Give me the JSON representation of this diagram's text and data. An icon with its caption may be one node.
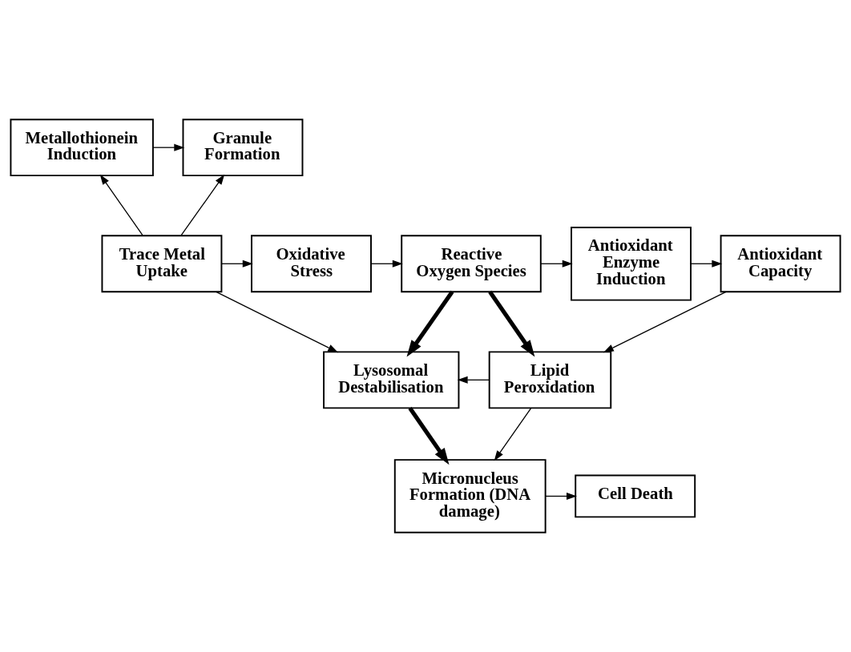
{
  "diagram": {
    "nodes": [
      {
        "text": [
          "Metallothionein Induction"
        ]
      },
      {
        "text": [
          "Granule Formation"
        ]
      },
      {
        "text": [
          "Trace Metal Uptake"
        ]
      },
      {
        "text": [
          "Oxidative Stress"
        ]
      },
      {
        "text": [
          "Reactive Oxygen Species"
        ]
      },
      {
        "text": [
          "Antioxidant Enzyme Induction"
        ]
      },
      {
        "text": [
          "Antioxidant Capacity"
        ]
      },
      {
        "text": [
          "Lysosomal Destabilisation"
        ]
      },
      {
        "text": [
          "Lipid Peroxidation"
        ]
      },
      {
        "text": [
          "Micronucleus Formation (DNA damage)"
        ]
      },
      {
        "text": [
          "Cell Death"
        ]
      }
    ],
    "edges": [
      {
        "from": 2,
        "to": 0,
        "arrow": "to"
      },
      {
        "from": 2,
        "to": 1,
        "arrow": "to"
      },
      {
        "from": 0,
        "to": 1,
        "arrow": "to"
      },
      {
        "from": 2,
        "to": 3,
        "arrow": "to"
      },
      {
        "from": 3,
        "to": 4,
        "arrow": "to"
      },
      {
        "from": 4,
        "to": 5,
        "arrow": "to"
      },
      {
        "from": 5,
        "to": 6,
        "arrow": "to"
      },
      {
        "from": 2,
        "to": 7,
        "arrow": "to"
      },
      {
        "from": 4,
        "to": 7,
        "arrow": "to",
        "style": "thick"
      },
      {
        "from": 4,
        "to": 8,
        "arrow": "to",
        "style": "thick"
      },
      {
        "from": 6,
        "to": 8,
        "arrow": "to"
      },
      {
        "from": 8,
        "to": 7,
        "arrow": "to"
      },
      {
        "from": 7,
        "to": 9,
        "arrow": "to",
        "style": "thick"
      },
      {
        "from": 8,
        "to": 9,
        "arrow": "to"
      },
      {
        "from": 9,
        "to": 10,
        "arrow": "to"
      }
    ]
  }
}
